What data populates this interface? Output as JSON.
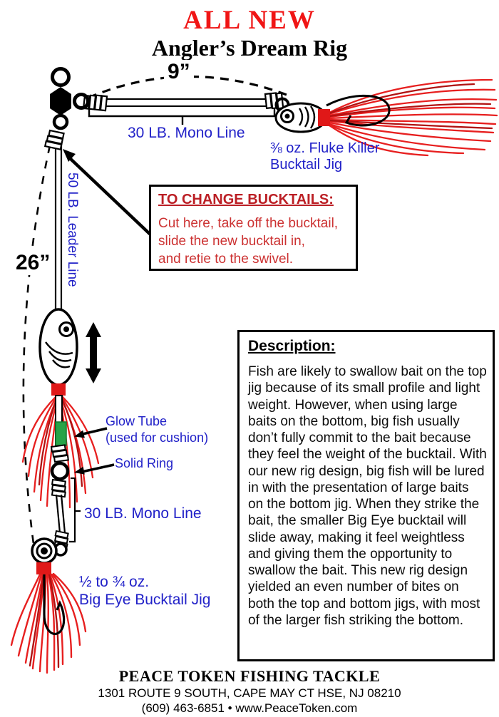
{
  "title": {
    "line1": "ALL NEW",
    "line2": "Angler’s Dream Rig"
  },
  "colors": {
    "label_blue": "#2121c8",
    "bucktail_red": "#e71f1f",
    "title_red": "#f01515",
    "change_heading_red": "#bb1f25",
    "change_body_red": "#cc3232",
    "glow_green": "#27a348",
    "line_black": "#000000"
  },
  "diagram": {
    "top_span_label": "9”",
    "top_line_label": "30 LB. Mono Line",
    "top_jig_label": "⅜ oz. Fluke Killer\nBucktail Jig",
    "leader_line_label": "50 LB. Leader Line",
    "leader_span_label": "26”",
    "glow_tube_label": "Glow Tube\n(used for cushion)",
    "solid_ring_label": "Solid Ring",
    "bottom_line_label": "30 LB. Mono Line",
    "bottom_jig_label": "½ to ¾ oz.\nBig Eye Bucktail Jig"
  },
  "change_box": {
    "heading": "TO CHANGE BUCKTAILS:",
    "body": "Cut here, take off the bucktail,\nslide the new bucktail in,\nand retie to the swivel."
  },
  "description_box": {
    "heading": "Description:",
    "body": "Fish are likely to swallow bait on the top jig because of its small profile and light weight. However, when using large baits on the bottom, big fish usually don’t fully commit to the bait because they feel the weight of the bucktail. With our new rig design, big fish will be lured in with the presentation of large baits on the bottom jig. When they strike the bait, the smaller Big Eye bucktail will slide away, making it feel weightless and giving them the opportunity to swallow the bait. This new rig design yielded an even number of bites on both the top and bottom jigs, with most of the larger fish striking the bottom."
  },
  "footer": {
    "company": "PEACE TOKEN FISHING TACKLE",
    "address": "1301 ROUTE 9 SOUTH, CAPE MAY CT HSE, NJ 08210",
    "phone_web": "(609) 463-6851 • www.PeaceToken.com"
  }
}
